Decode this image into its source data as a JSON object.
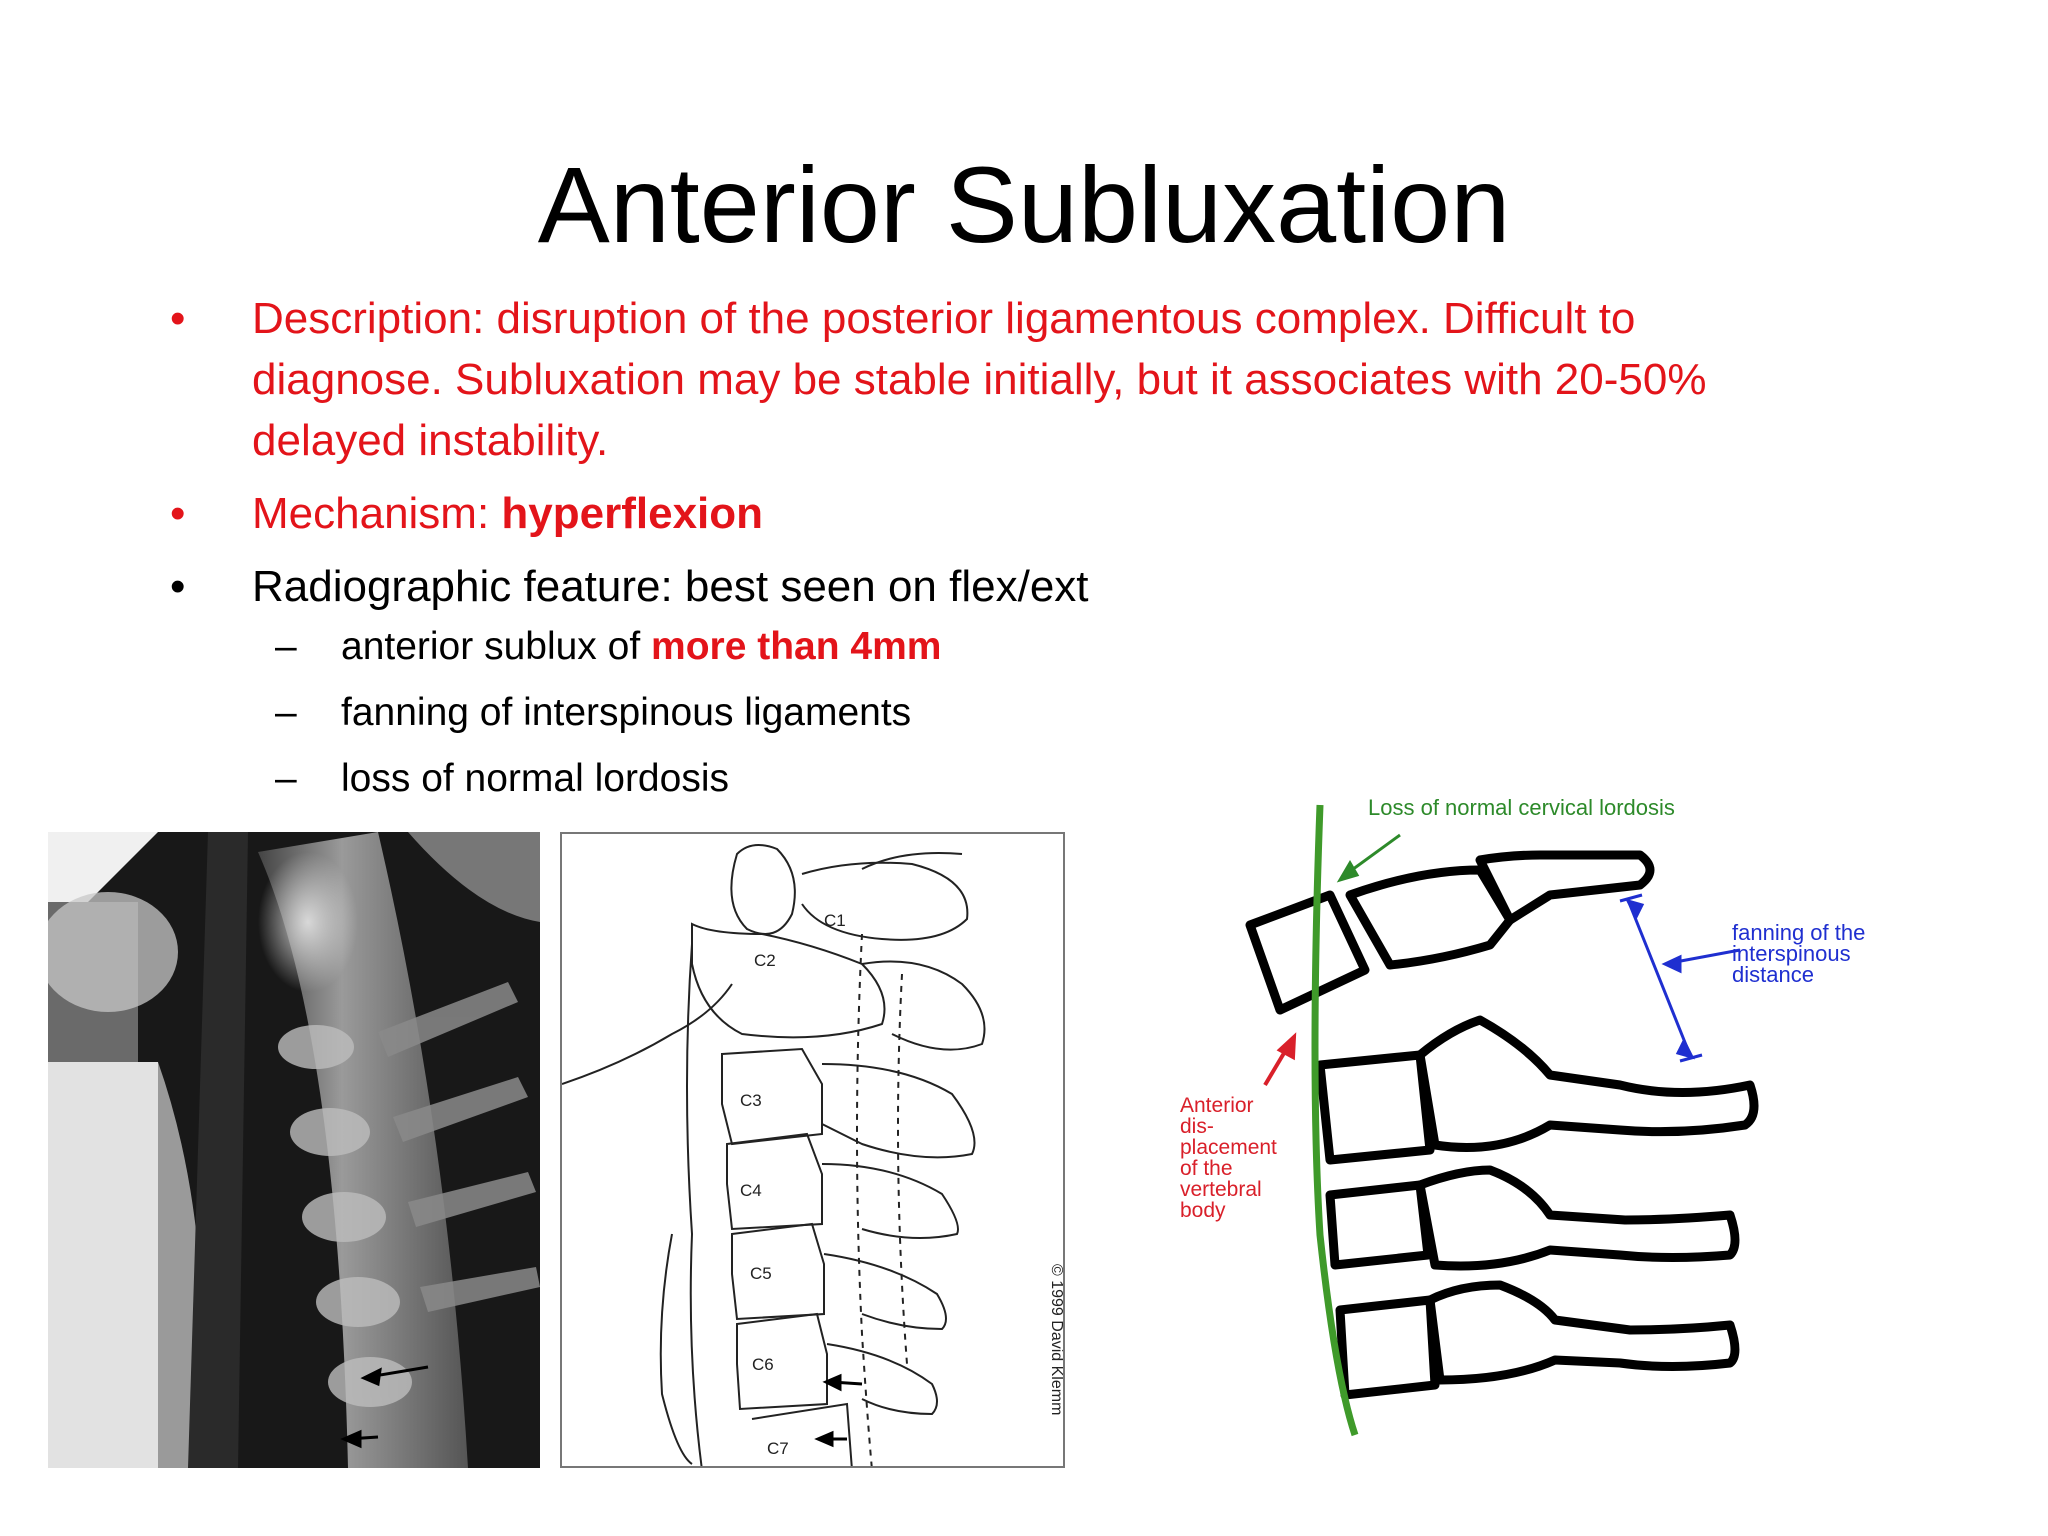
{
  "slide": {
    "title": "Anterior Subluxation",
    "bullets": [
      {
        "text": "Description: disruption of the posterior ligamentous complex. Difficult to diagnose. Subluxation may be stable initially, but it associates with 20-50% delayed instability."
      },
      {
        "prefix": "Mechanism: ",
        "emphasis": "hyperflexion"
      },
      {
        "text": "Radiographic feature: best seen on flex/ext"
      }
    ],
    "sub_bullets": [
      {
        "prefix": "anterior sublux of ",
        "emphasis": "more than 4mm"
      },
      {
        "text": "fanning of interspinous ligaments"
      },
      {
        "text": "loss of normal lordosis"
      }
    ],
    "bullet_marker": "•",
    "sub_marker": "–"
  },
  "line_drawing": {
    "vertebra_labels": [
      "C1",
      "C2",
      "C3",
      "C4",
      "C5",
      "C6",
      "C7"
    ],
    "copyright": "© 1999 David Klemm"
  },
  "diagram": {
    "label_lordosis": "Loss of normal cervical lordosis",
    "label_fanning": [
      "fanning of the",
      "interspinous",
      "distance"
    ],
    "label_anterior": [
      "Anterior",
      "dis-",
      "placement",
      "of the",
      "vertebral",
      "body"
    ]
  },
  "colors": {
    "text_red": "#e3141a",
    "text_black": "#000000",
    "green_line": "#3f9a2a",
    "blue_arrow": "#1f2fd0",
    "red_arrow": "#d9202a"
  }
}
